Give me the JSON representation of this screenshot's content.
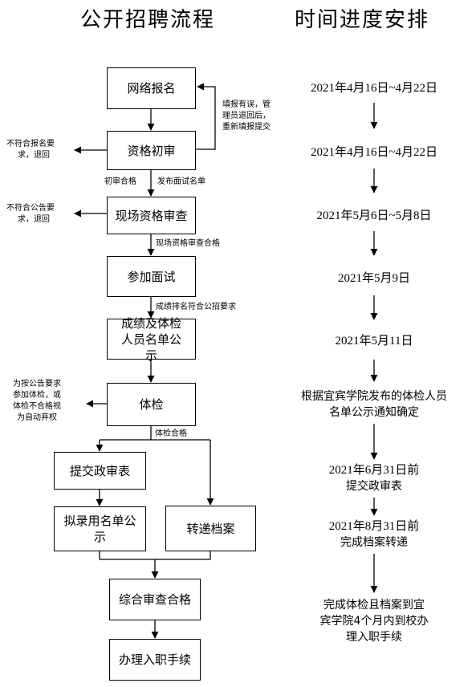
{
  "titles": {
    "left": "公开招聘流程",
    "right": "时间进度安排"
  },
  "flow": {
    "online_registration": "网络报名",
    "initial_review": "资格初审",
    "onsite_review": "现场资格审查",
    "interview": "参加面试",
    "publicity": "成绩及体检人员名单公示",
    "physical_exam": "体检",
    "submit_political": "提交政审表",
    "proposed_hire": "拟录用名单公示",
    "transfer_files": "转递档案",
    "comprehensive_review": "综合审查合格",
    "onboarding": "办理入职手续"
  },
  "notes": {
    "resubmit": [
      "填报有误，管",
      "理员退回后，",
      "重新填报提交"
    ],
    "reject_registration": [
      "不符合报名要",
      "求，退回"
    ],
    "reject_announcement": [
      "不符合公告要",
      "求，退回"
    ],
    "pass_initial": "初审合格",
    "publish_interview_list": "发布面试名单",
    "pass_onsite": "现场资格审查合格",
    "ranking_meets": "成绩排名符合公招要求",
    "waive": [
      "为按公告要求",
      "参加体检，或",
      "体检不合格视",
      "为自动弃权"
    ],
    "pass_physical": "体检合格"
  },
  "timeline": [
    "2021年4月16日~4月22日",
    "2021年4月16日~4月22日",
    "2021年5月6日~5月8日",
    "2021年5月9日",
    "2021年5月11日",
    "根据宜宾学院发布的体检人员",
    "名单公示通知确定",
    "2021年6月31日前",
    "提交政审表",
    "2021年8月31日前",
    "完成档案转递",
    "完成体检且档案到宜",
    "宾学院4个月内到校办",
    "理入职手续"
  ]
}
